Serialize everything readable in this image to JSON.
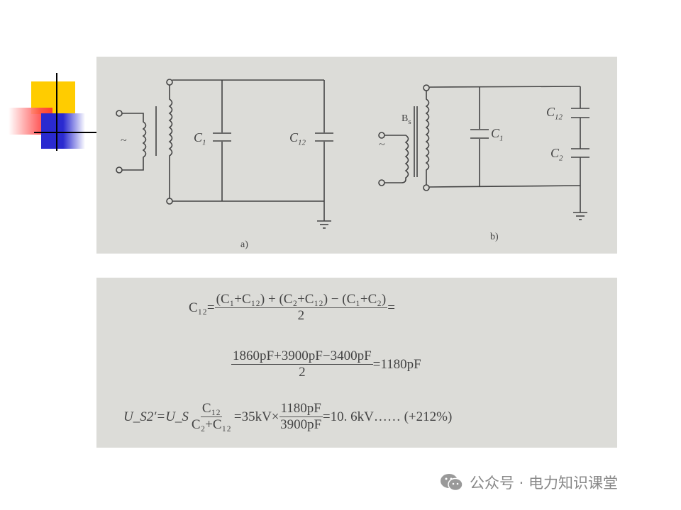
{
  "circuit_a": {
    "label": "a)",
    "source_symbol": "~",
    "c1": "C",
    "c1_sub": "1",
    "c12": "C",
    "c12_sub": "12"
  },
  "circuit_b": {
    "label": "b)",
    "source_symbol": "~",
    "transformer": "B",
    "transformer_sub": "s",
    "c1": "C",
    "c1_sub": "1",
    "c12": "C",
    "c12_sub": "12",
    "c2": "C",
    "c2_sub": "2"
  },
  "formulas": {
    "line1_lhs": "C₁₂=",
    "line1_num": "(C₁+C₁₂) + (C₂+C₁₂) − (C₁+C₂)",
    "line1_den": "2",
    "line1_tail": "=",
    "line2_num": "1860pF+3900pF−3400pF",
    "line2_den": "2",
    "line2_result": "=1180pF",
    "line3_lhs": "U_S2′=U_S",
    "line3_frac1_num": "C₁₂",
    "line3_frac1_den": "C₂+C₁₂",
    "line3_mid": "=35kV×",
    "line3_frac2_num": "1180pF",
    "line3_frac2_den": "3900pF",
    "line3_result": "=10. 6kV……  (+212%)"
  },
  "watermark": {
    "icon": "wechat-icon",
    "text": "公众号 · 电力知识课堂"
  },
  "colors": {
    "logo_yellow": "#ffcc00",
    "logo_red": "#ff3333",
    "logo_blue": "#3333cc",
    "scan_bg": "#dcdcd8",
    "ink": "#444444"
  }
}
